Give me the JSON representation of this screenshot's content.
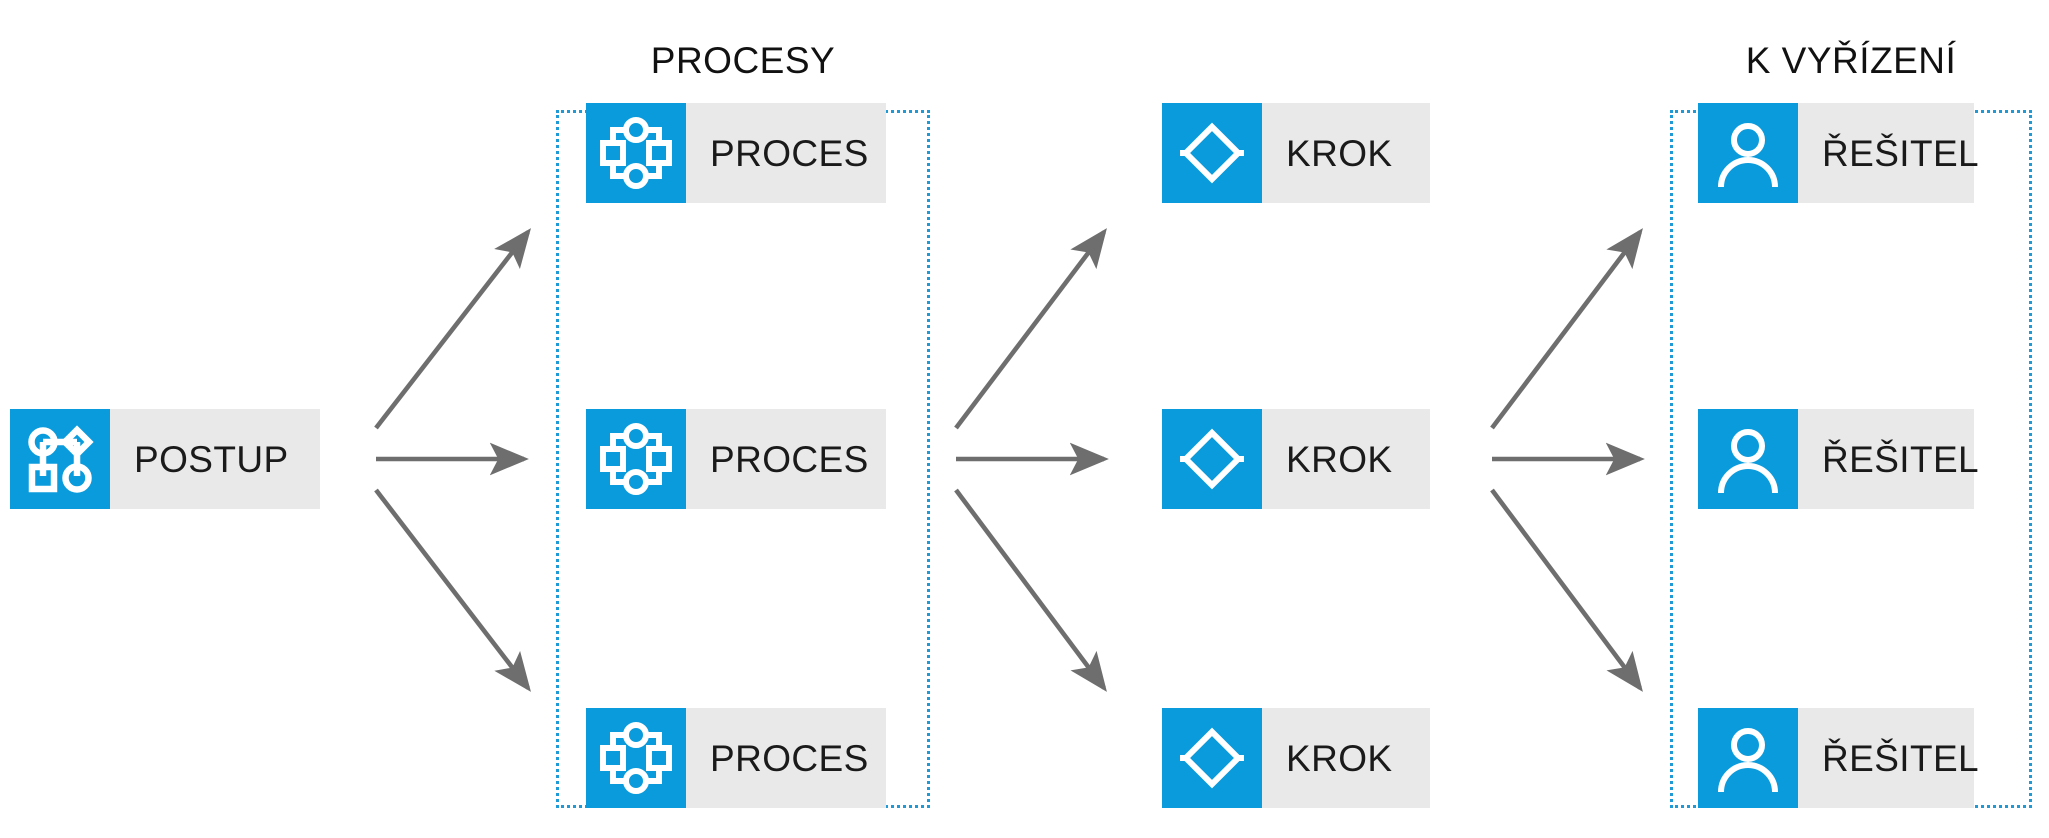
{
  "diagram": {
    "title_hidden": "",
    "colors": {
      "accent_blue": "#0a9bdd",
      "tile_gray": "#e9e9e9",
      "arrow_gray": "#6e6e6e",
      "dotted_border_blue": "#1f9ad6",
      "text_black": "#1a1a1a",
      "background": "#ffffff"
    },
    "groups": [
      {
        "id": "procesy",
        "label": "PROCESY"
      },
      {
        "id": "k-vyrizeni",
        "label": "K VYŘÍZENÍ"
      }
    ],
    "columns": [
      {
        "id": "postup",
        "header": "",
        "icon": "workflow-graph-icon",
        "nodes": [
          {
            "label": "POSTUP",
            "icon": "workflow-graph-icon",
            "row": 2
          }
        ]
      },
      {
        "id": "procesy",
        "header": "PROCESY",
        "icon": "process-network-icon",
        "nodes": [
          {
            "label": "PROCES",
            "icon": "process-network-icon",
            "row": 1
          },
          {
            "label": "PROCES",
            "icon": "process-network-icon",
            "row": 2
          },
          {
            "label": "PROCES",
            "icon": "process-network-icon",
            "row": 3
          }
        ]
      },
      {
        "id": "kroky",
        "header": "",
        "icon": "decision-diamond-icon",
        "nodes": [
          {
            "label": "KROK",
            "icon": "decision-diamond-icon",
            "row": 1
          },
          {
            "label": "KROK",
            "icon": "decision-diamond-icon",
            "row": 2
          },
          {
            "label": "KROK",
            "icon": "decision-diamond-icon",
            "row": 3
          }
        ]
      },
      {
        "id": "resitele",
        "header": "K VYŘÍZENÍ",
        "icon": "user-person-icon",
        "nodes": [
          {
            "label": "ŘEŠITEL",
            "icon": "user-person-icon",
            "row": 1
          },
          {
            "label": "ŘEŠITEL",
            "icon": "user-person-icon",
            "row": 2
          },
          {
            "label": "ŘEŠITEL",
            "icon": "user-person-icon",
            "row": 3
          }
        ]
      }
    ],
    "connectors": [
      {
        "from": "postup",
        "to": "proces-1",
        "direction": "up-right"
      },
      {
        "from": "postup",
        "to": "proces-2",
        "direction": "right"
      },
      {
        "from": "postup",
        "to": "proces-3",
        "direction": "down-right"
      },
      {
        "from": "proces-2",
        "to": "krok-1",
        "direction": "up-right"
      },
      {
        "from": "proces-2",
        "to": "krok-2",
        "direction": "right"
      },
      {
        "from": "proces-2",
        "to": "krok-3",
        "direction": "down-right"
      },
      {
        "from": "krok-2",
        "to": "resitel-1",
        "direction": "up-right"
      },
      {
        "from": "krok-2",
        "to": "resitel-2",
        "direction": "right"
      },
      {
        "from": "krok-2",
        "to": "resitel-3",
        "direction": "down-right"
      }
    ]
  }
}
